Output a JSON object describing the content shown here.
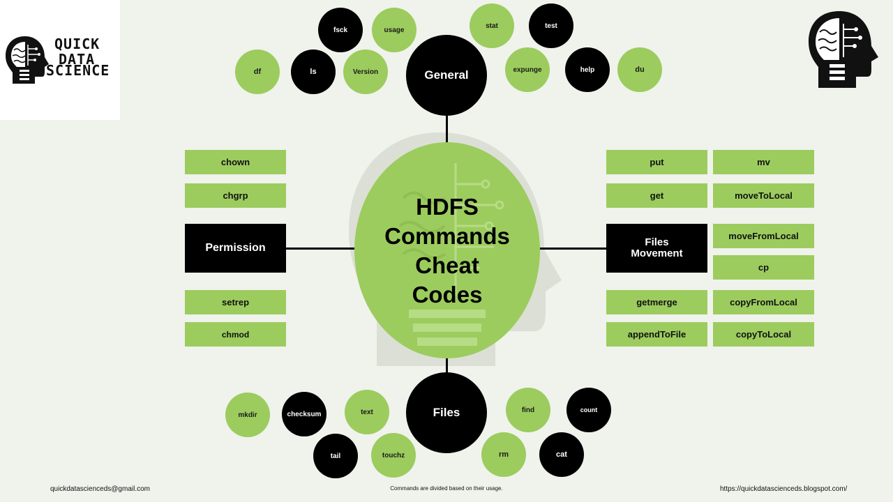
{
  "brand": {
    "line1": "QUICK",
    "line2": "DATA",
    "line3": "SCIENCE"
  },
  "center": {
    "line1": "HDFS",
    "line2": "Commands",
    "line3": "Cheat",
    "line4": "Codes"
  },
  "general": {
    "label": "General",
    "commands": [
      "fsck",
      "usage",
      "stat",
      "test",
      "df",
      "ls",
      "Version",
      "expunge",
      "help",
      "du"
    ]
  },
  "permission": {
    "label": "Permission",
    "commands": [
      "chown",
      "chgrp",
      "setrep",
      "chmod"
    ]
  },
  "files_movement": {
    "label": "Files Movement",
    "commands": [
      "put",
      "mv",
      "get",
      "moveToLocal",
      "moveFromLocal",
      "cp",
      "getmerge",
      "copyFromLocal",
      "appendToFile",
      "copyToLocal"
    ]
  },
  "files": {
    "label": "Files",
    "commands": [
      "mkdir",
      "checksum",
      "text",
      "find",
      "count",
      "tail",
      "touchz",
      "rm",
      "cat"
    ]
  },
  "footer": {
    "email": "quickdatascienceds@gmail.com",
    "note": "Commands are divided based on their usage.",
    "url": "https://quickdatascienceds.blogspot.com/"
  },
  "colors": {
    "green": "#9ccc5e",
    "black": "#000000",
    "background": "#f0f2ec"
  }
}
